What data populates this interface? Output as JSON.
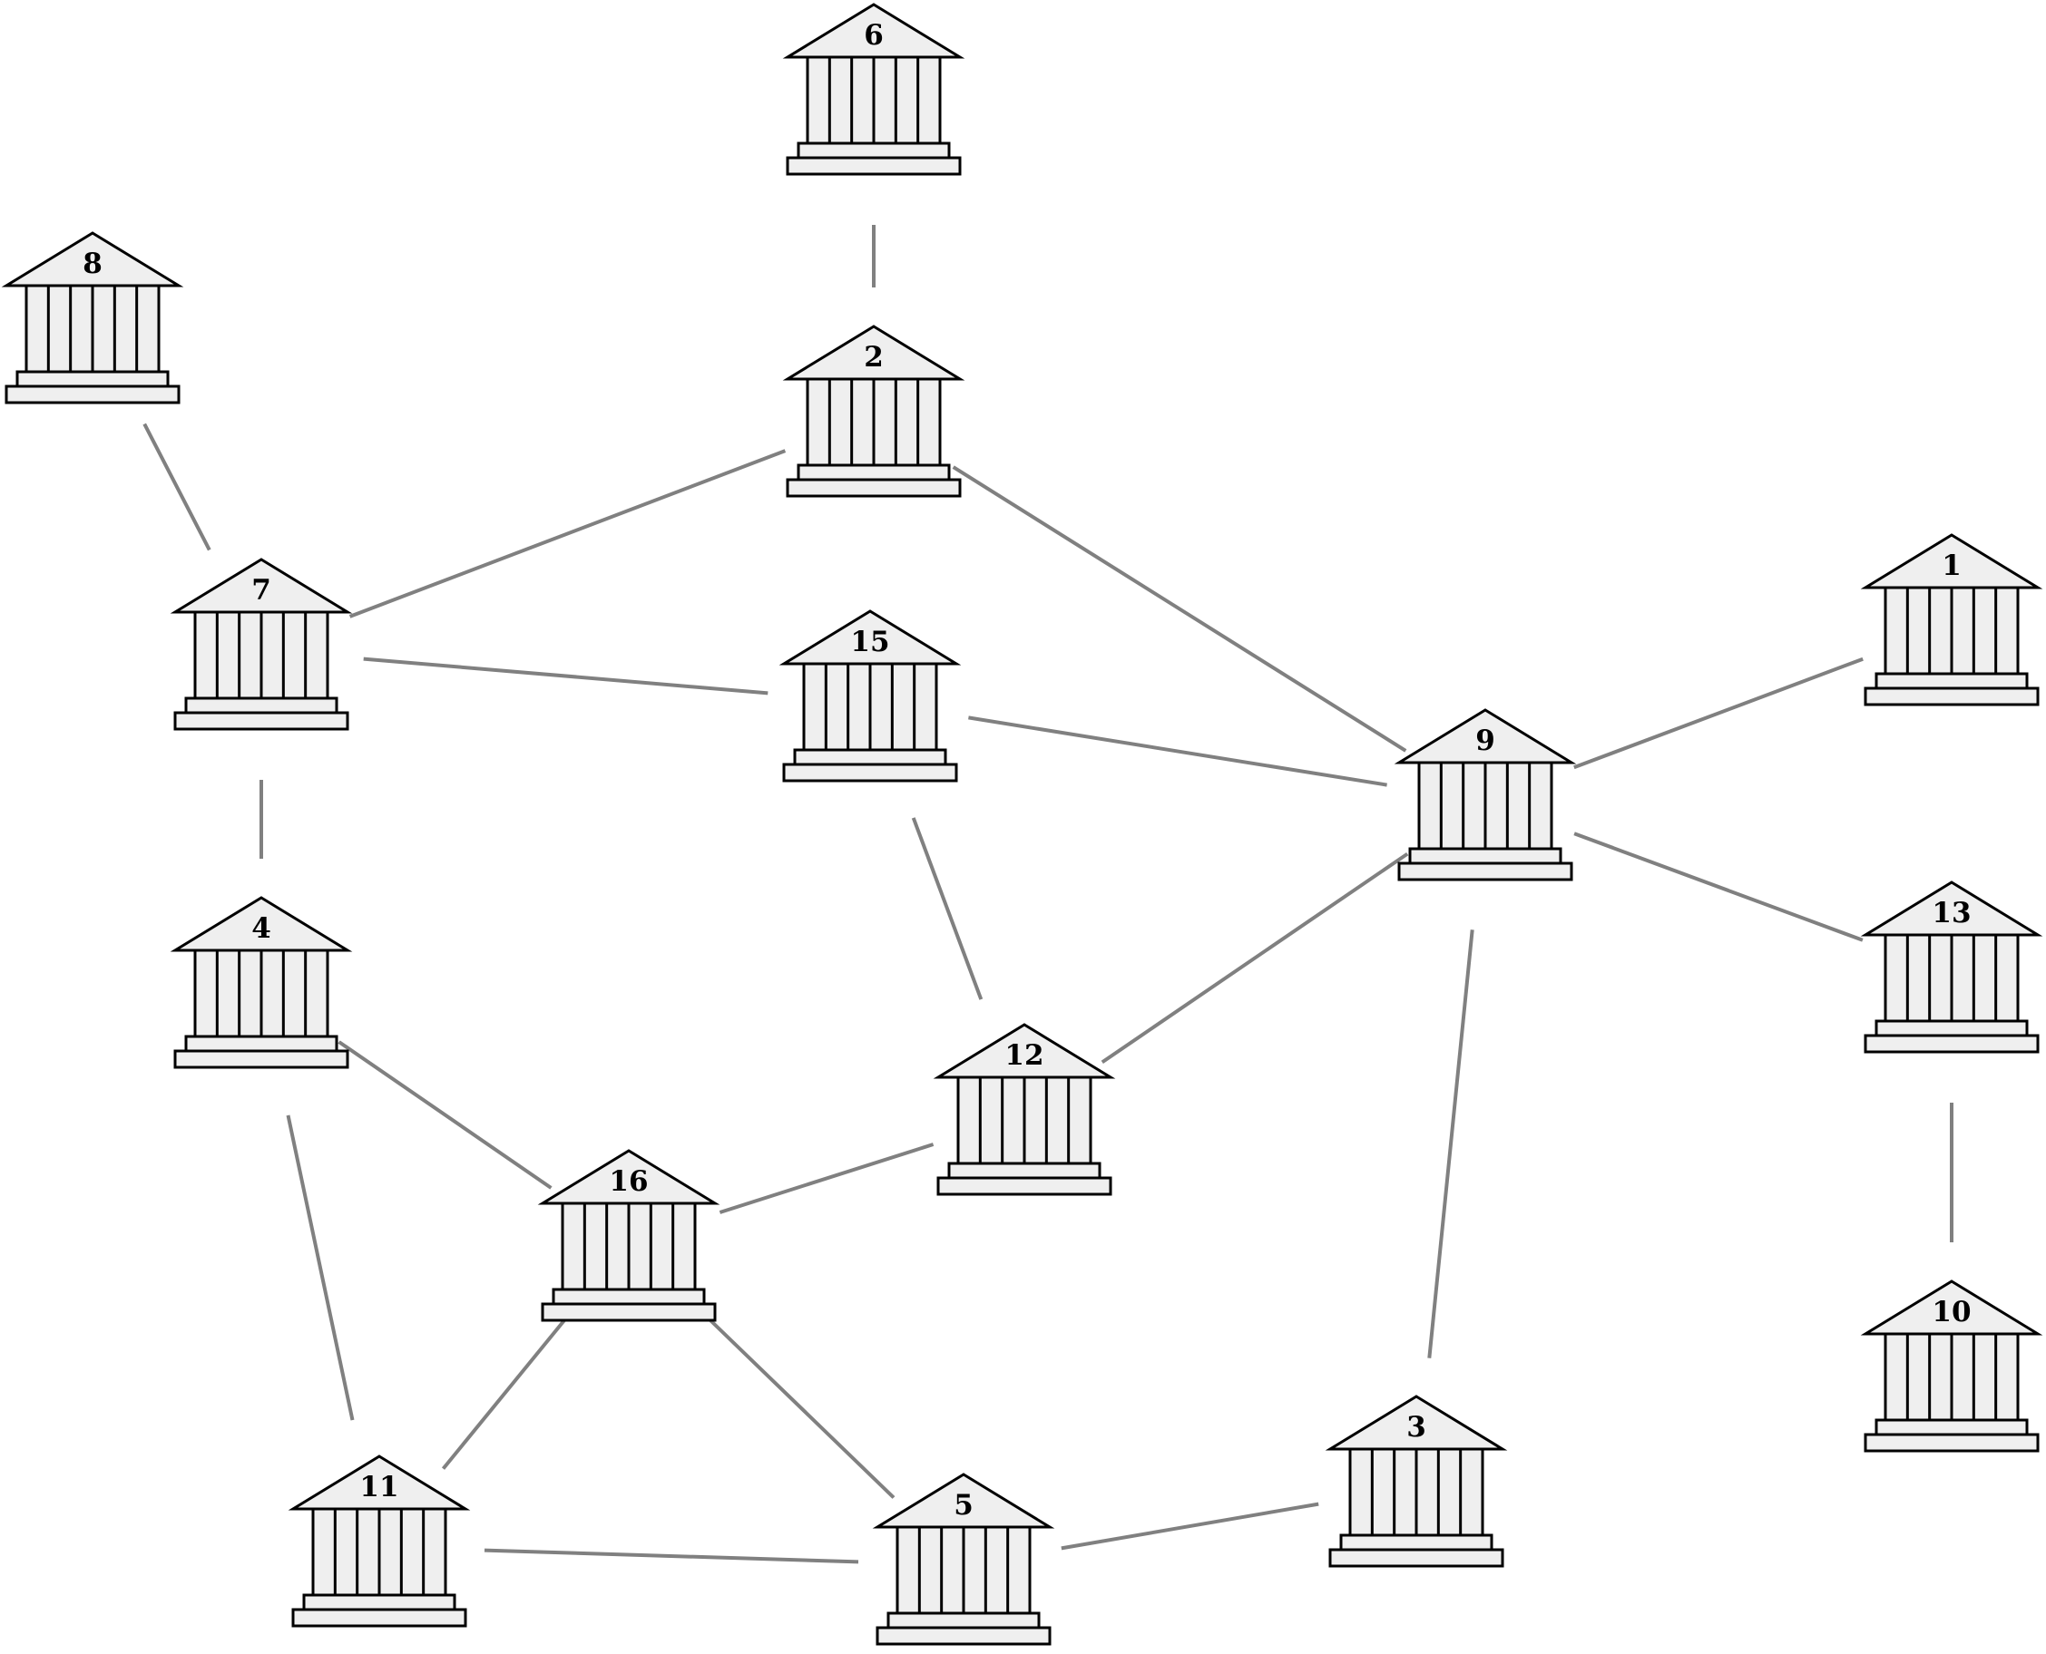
{
  "diagram": {
    "node_icon": "bank-building-icon",
    "colors": {
      "edge": "#808080",
      "icon_fill": "#efefef",
      "icon_stroke": "#000000",
      "background": "#ffffff"
    },
    "nodes": [
      {
        "id": "1",
        "label": "1"
      },
      {
        "id": "2",
        "label": "2"
      },
      {
        "id": "3",
        "label": "3"
      },
      {
        "id": "4",
        "label": "4"
      },
      {
        "id": "5",
        "label": "5"
      },
      {
        "id": "6",
        "label": "6"
      },
      {
        "id": "7",
        "label": "7"
      },
      {
        "id": "8",
        "label": "8"
      },
      {
        "id": "9",
        "label": "9"
      },
      {
        "id": "10",
        "label": "10"
      },
      {
        "id": "11",
        "label": "11"
      },
      {
        "id": "12",
        "label": "12"
      },
      {
        "id": "13",
        "label": "13"
      },
      {
        "id": "15",
        "label": "15"
      },
      {
        "id": "16",
        "label": "16"
      }
    ],
    "edges": [
      [
        "6",
        "2"
      ],
      [
        "8",
        "7"
      ],
      [
        "2",
        "7"
      ],
      [
        "2",
        "9"
      ],
      [
        "7",
        "15"
      ],
      [
        "15",
        "9"
      ],
      [
        "7",
        "4"
      ],
      [
        "15",
        "12"
      ],
      [
        "9",
        "12"
      ],
      [
        "9",
        "1"
      ],
      [
        "9",
        "13"
      ],
      [
        "9",
        "3"
      ],
      [
        "13",
        "10"
      ],
      [
        "4",
        "16"
      ],
      [
        "4",
        "11"
      ],
      [
        "12",
        "16"
      ],
      [
        "16",
        "11"
      ],
      [
        "16",
        "5"
      ],
      [
        "11",
        "5"
      ],
      [
        "5",
        "3"
      ]
    ]
  }
}
